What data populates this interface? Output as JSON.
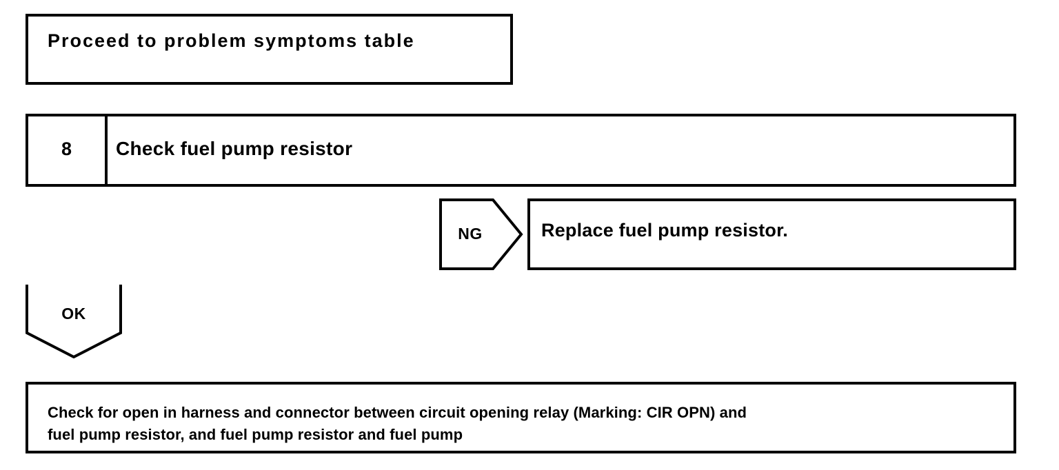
{
  "diagram": {
    "type": "troubleshooting-flowchart",
    "background_color": "#ffffff",
    "line_color": "#000000",
    "text_color": "#000000"
  },
  "nodes": {
    "proceed_box": {
      "text": "Proceed to problem symptoms table"
    },
    "step_box": {
      "number": "8",
      "title": "Check fuel pump resistor"
    },
    "ng_branch": {
      "label": "NG",
      "result_text": "Replace fuel pump resistor."
    },
    "ok_branch": {
      "label": "OK"
    },
    "final_box": {
      "text": "Check for open in harness and connector between circuit opening relay (Marking: CIR OPN) and\nfuel pump resistor, and fuel pump resistor and fuel pump"
    }
  }
}
